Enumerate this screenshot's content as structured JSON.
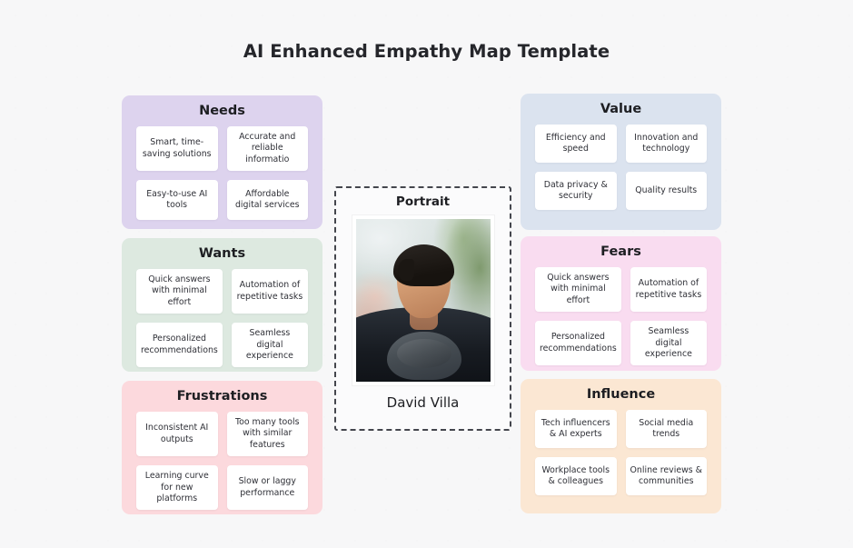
{
  "page": {
    "title": "AI Enhanced Empathy Map Template"
  },
  "portrait": {
    "heading": "Portrait",
    "name": "David Villa",
    "photo_alt": "smiling-man-dark-coat"
  },
  "panels": [
    {
      "id": "needs",
      "title": "Needs",
      "color": "#ddd3ee",
      "cards": [
        "Smart, time-saving solutions",
        "Accurate and reliable informatio",
        "Easy-to-use AI tools",
        "Affordable digital services"
      ]
    },
    {
      "id": "wants",
      "title": "Wants",
      "color": "#dde9e0",
      "cards": [
        "Quick answers with minimal effort",
        "Automation of repetitive tasks",
        "Personalized recommendations",
        "Seamless digital experience"
      ]
    },
    {
      "id": "frustrations",
      "title": "Frustrations",
      "color": "#fcd9dd",
      "cards": [
        "Inconsistent AI outputs",
        "Too many tools with similar features",
        "Learning curve for new platforms",
        "Slow or laggy performance"
      ]
    },
    {
      "id": "value",
      "title": "Value",
      "color": "#dbe3ef",
      "cards": [
        "Efficiency and speed",
        "Innovation and technology",
        "Data privacy & security",
        "Quality results"
      ]
    },
    {
      "id": "fears",
      "title": "Fears",
      "color": "#f9dcf0",
      "cards": [
        "Quick answers with minimal effort",
        "Automation of repetitive tasks",
        "Personalized recommendations",
        "Seamless digital experience"
      ]
    },
    {
      "id": "influence",
      "title": "Influence",
      "color": "#fbe7d3",
      "cards": [
        "Tech influencers & AI experts",
        "Social media trends",
        "Workplace tools & colleagues",
        "Online reviews & communities"
      ]
    }
  ]
}
